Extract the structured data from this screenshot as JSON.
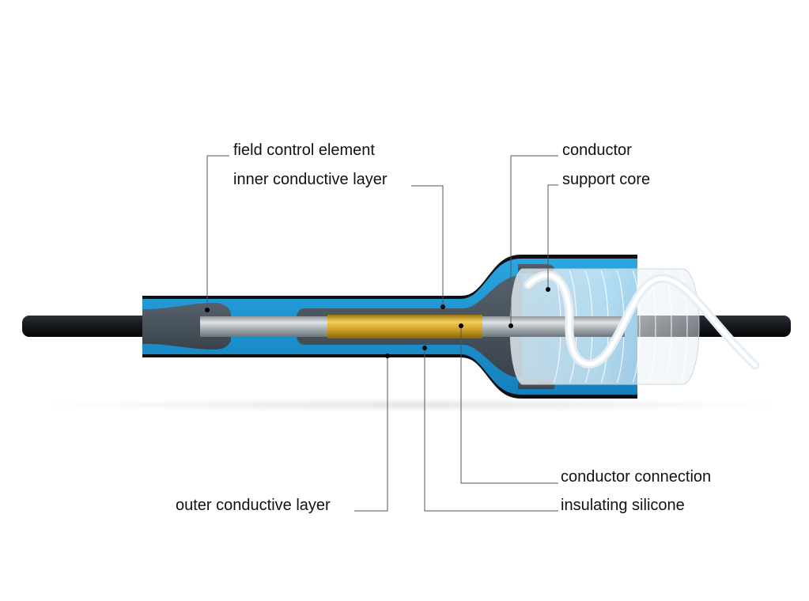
{
  "colors": {
    "insulation_blue": "#1e9ad6",
    "outer_layer_black": "#0d0f12",
    "inner_layer_gray": "#4a5560",
    "conductor_silver": "#b9bfc5",
    "connector_gold": "#d4a72c",
    "support_core_white": "#eef4f8"
  },
  "labels": {
    "field_control_element": "field control element",
    "inner_conductive_layer": "inner conductive layer",
    "conductor": "conductor",
    "support_core": "support core",
    "conductor_connection": "conductor connection",
    "outer_conductive_layer": "outer conductive layer",
    "insulating_silicone": "insulating silicone"
  }
}
